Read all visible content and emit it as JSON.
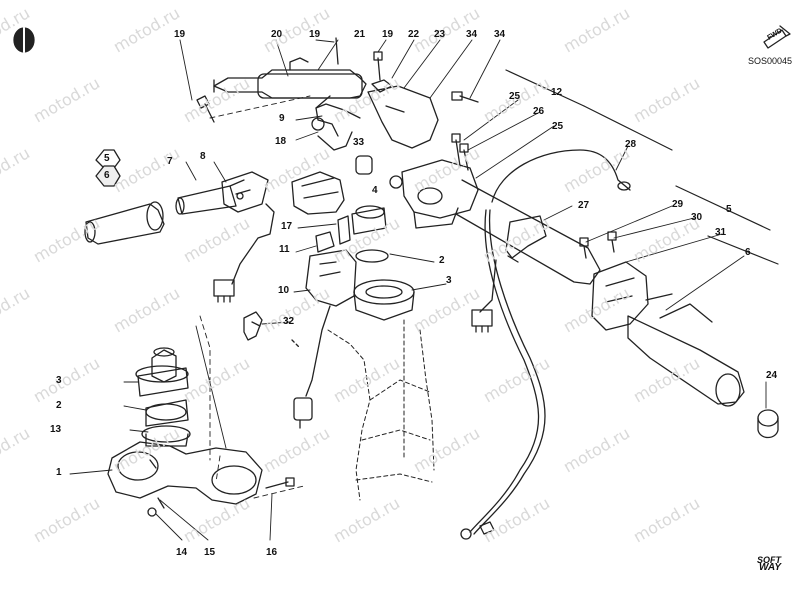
{
  "diagram": {
    "code": "SOS00045",
    "brand_line1": "SOFT",
    "brand_line2": "WAY",
    "watermark_text": "motod.ru",
    "fwd_label": "FWD",
    "hex_labels": {
      "top": "5",
      "bottom": "6"
    },
    "callouts": [
      "19",
      "20",
      "19",
      "21",
      "22",
      "23",
      "34",
      "34",
      "25",
      "12",
      "26",
      "25",
      "28",
      "9",
      "18",
      "33",
      "4",
      "7",
      "8",
      "17",
      "11",
      "10",
      "2",
      "3",
      "32",
      "27",
      "29",
      "30",
      "31",
      "5",
      "6",
      "24",
      "3",
      "2",
      "13",
      "1",
      "14",
      "15",
      "16"
    ]
  }
}
